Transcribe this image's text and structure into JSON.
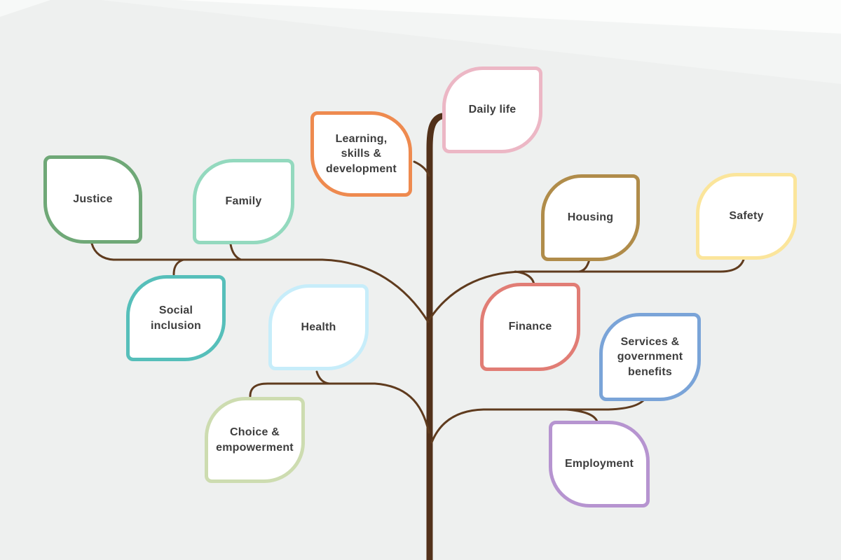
{
  "background": {
    "base": "#eef0ef",
    "wedge_soft": "#f3f5f4",
    "wedge_bright": "#fcfdfc",
    "wedge_corner": "#f7f9f8"
  },
  "tree": {
    "trunk_color": "#52311a",
    "branch_color": "#5f3b1e"
  },
  "text_color": "#3e3e3e",
  "nodes": [
    {
      "id": "justice",
      "label": "Justice",
      "color": "#6fa877",
      "orientation": "leaf-left"
    },
    {
      "id": "family",
      "label": "Family",
      "color": "#93d9be",
      "orientation": "leaf-right"
    },
    {
      "id": "learning",
      "label": "Learning,\nskills &\ndevelopment",
      "color": "#ee8a4f",
      "orientation": "leaf-left"
    },
    {
      "id": "daily-life",
      "label": "Daily life",
      "color": "#ecb7c5",
      "orientation": "leaf-right"
    },
    {
      "id": "housing",
      "label": "Housing",
      "color": "#b08c4a",
      "orientation": "leaf-right"
    },
    {
      "id": "safety",
      "label": "Safety",
      "color": "#fbe59b",
      "orientation": "leaf-right"
    },
    {
      "id": "social-inclusion",
      "label": "Social\ninclusion",
      "color": "#56bfba",
      "orientation": "leaf-right"
    },
    {
      "id": "health",
      "label": "Health",
      "color": "#c7edfa",
      "orientation": "leaf-right"
    },
    {
      "id": "finance",
      "label": "Finance",
      "color": "#e17d75",
      "orientation": "leaf-right"
    },
    {
      "id": "services",
      "label": "Services &\ngovernment\nbenefits",
      "color": "#7aa4d8",
      "orientation": "leaf-right"
    },
    {
      "id": "choice",
      "label": "Choice &\nempowerment",
      "color": "#cddcb0",
      "orientation": "leaf-right"
    },
    {
      "id": "employment",
      "label": "Employment",
      "color": "#b694d0",
      "orientation": "leaf-left"
    }
  ]
}
